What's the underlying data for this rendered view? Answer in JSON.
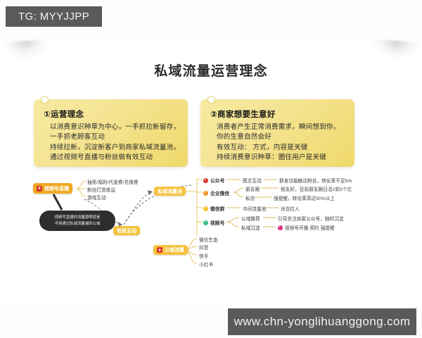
{
  "watermarks": {
    "top_badge": "TG: MYYJJPP",
    "bottom_url": "www.chn-yonglihuanggong.com"
  },
  "page": {
    "title": "私域流量运营理念"
  },
  "cards": [
    {
      "marker": "①",
      "heading": "运营理念",
      "lines": [
        "以消费意识种草为中心，一手抓拉新留存，",
        "一手抓老顾客互动",
        "持续拉新，沉淀新客户到商家私域流量池，",
        "通过视频号直播与粉丝做有效互动"
      ]
    },
    {
      "marker": "②",
      "heading": "商家想要生意好",
      "lines": [
        "消费者产生正常消费需求，瞬间想到你，",
        "你的生意自然会好",
        "有效互动： 方式，内容是关键",
        "持续消费意识种草：圈住用户是关键"
      ]
    }
  ],
  "mindmap": {
    "nodes": {
      "live": "视频号直播",
      "private_pool": "私域流量池",
      "interaction": "有效互动",
      "public_pool": "公域流量"
    },
    "tooltip_lines": [
      "视频号直播的流量源明就是",
      "不用通过私域流量端的公域"
    ],
    "live_branches": [
      "抽奖/福利/代金券/兑换券",
      "粉丝打赏收益",
      "游戏互动"
    ],
    "public_branches": [
      "微信生态",
      "抖音",
      "快手",
      "小红书"
    ],
    "channels": [
      {
        "name": "公众号",
        "color": "red",
        "mid": "图文互动",
        "detail": "群发功能触达粉丝，转化率不足5%"
      },
      {
        "name": "企业微信",
        "color": "orange",
        "mid": "朋友圈",
        "detail": "很友好，目前朋友圈日活2到3个亿"
      },
      {
        "name": "企业微信",
        "color": "orange",
        "mid": "私信",
        "detail": "强提醒，转化率高达50%以上"
      },
      {
        "name": "微信群",
        "color": "yellow",
        "mid": "中间流量池",
        "detail": "适合拉人"
      },
      {
        "name": "视频号",
        "color": "green",
        "mid": "公域推荐",
        "detail": "引导关注商家公众号，随时沉淀"
      },
      {
        "name": "视频号",
        "color": "green",
        "mid": "私域沉淀",
        "detail": "视频号开播 预约 强提醒"
      }
    ]
  },
  "colors": {
    "card_yellow": "#f5e494",
    "node_orange": "#f0a922",
    "node_amber": "#f5c33c",
    "watermark_gray": "#5a5a5a",
    "accent_red": "#d8342c",
    "accent_green": "#38b98c",
    "accent_pink": "#d62a7d"
  }
}
